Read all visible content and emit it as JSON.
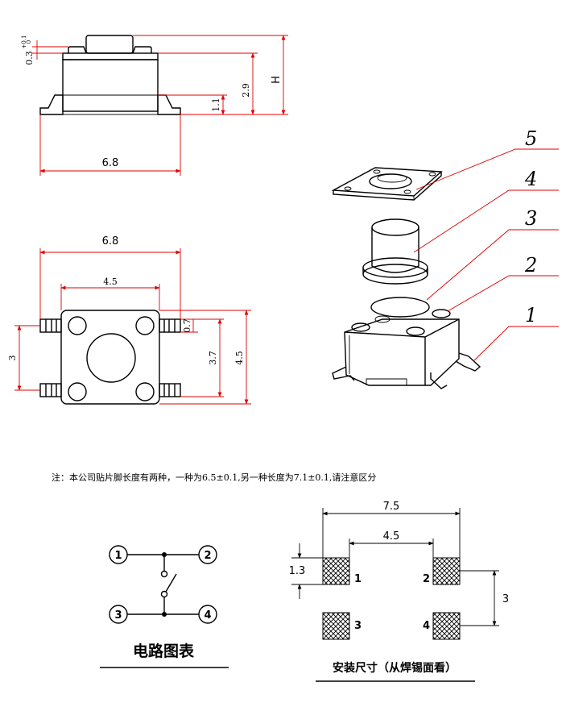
{
  "side_view": {
    "dim_width": "6.8",
    "dim_h": "H",
    "dim_29": "2.9",
    "dim_11": "1.1",
    "dim_03": "0.3",
    "dim_03_tol_top": "+0.1",
    "dim_03_tol_bot": "0"
  },
  "top_view": {
    "dim_width": "6.8",
    "dim_inner": "4.5",
    "dim_07": "0.7",
    "dim_37": "3.7",
    "dim_45": "4.5",
    "dim_3": "3"
  },
  "exploded": {
    "labels": [
      "5",
      "4",
      "3",
      "2",
      "1"
    ]
  },
  "note": "注：本公司贴片脚长度有两种，一种为6.5±0.1,另一种长度为7.1±0.1,请注意区分",
  "circuit": {
    "pins": [
      "1",
      "2",
      "3",
      "4"
    ],
    "title": "电路图表"
  },
  "pad_layout": {
    "dim_top": "7.5",
    "dim_inner": "4.5",
    "dim_left": "1.3",
    "dim_right": "3",
    "pad_labels": [
      "1",
      "2",
      "3",
      "4"
    ],
    "title": "安装尺寸（从焊锡面看）"
  }
}
